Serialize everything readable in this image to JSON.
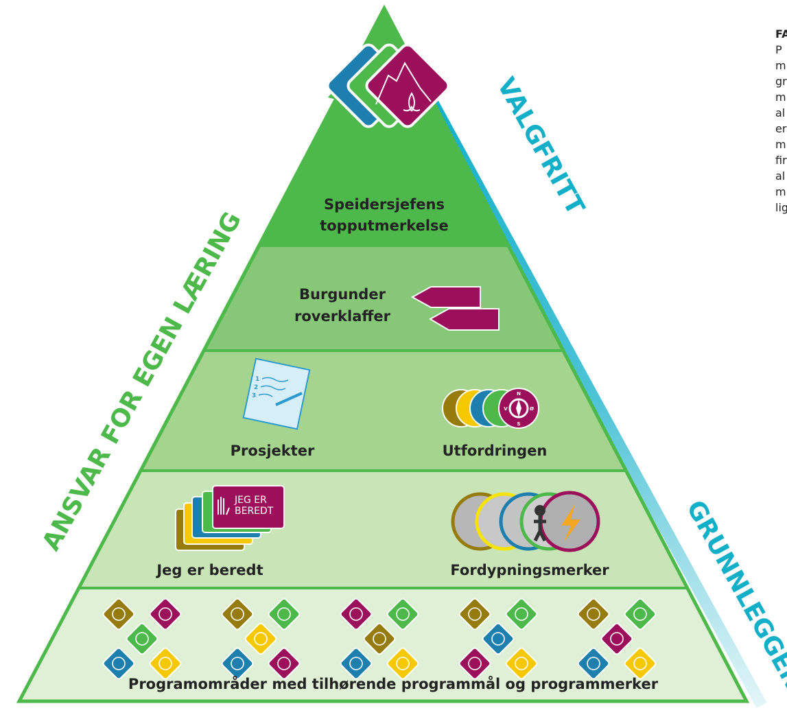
{
  "colors": {
    "green": "#4db94a",
    "green_mid": "#87c878",
    "green_light": "#a5d48e",
    "green_pale": "#c9e5b8",
    "green_palest": "#e0f0d6",
    "teal": "#12afc9",
    "burgundy": "#9c0f5b",
    "blue": "#1c7fae",
    "yellow": "#f5c800",
    "brown": "#967b0d"
  },
  "arrows": {
    "left_text": "ANSVAR FOR EGEN LÆRING",
    "right_top_text": "VALGFRITT",
    "right_bottom_text": "GRUNNLEGGENDE"
  },
  "tiers": {
    "top_line1": "Speidersjefens",
    "top_line2": "topputmerkelse",
    "rover_line1": "Burgunder",
    "rover_line2": "roverklaffer",
    "projects": "Prosjekter",
    "challenge": "Utfordringen",
    "prepared": "Jeg er beredt",
    "prepared_card_line1": "JEG ER",
    "prepared_card_line2": "BEREDT",
    "deepening": "Fordypningsmerker",
    "base": "Programområder med tilhørende programmål og programmerker"
  },
  "project_sheet_lines": [
    "1",
    "2",
    "3"
  ],
  "compass_letters": [
    "N",
    "Ø",
    "S",
    "V"
  ],
  "sidebar": {
    "heading": "FA",
    "lines": [
      "P",
      "m",
      "gr",
      "m",
      "al",
      "er",
      "m",
      "fir",
      "al",
      "m",
      "lig"
    ]
  }
}
